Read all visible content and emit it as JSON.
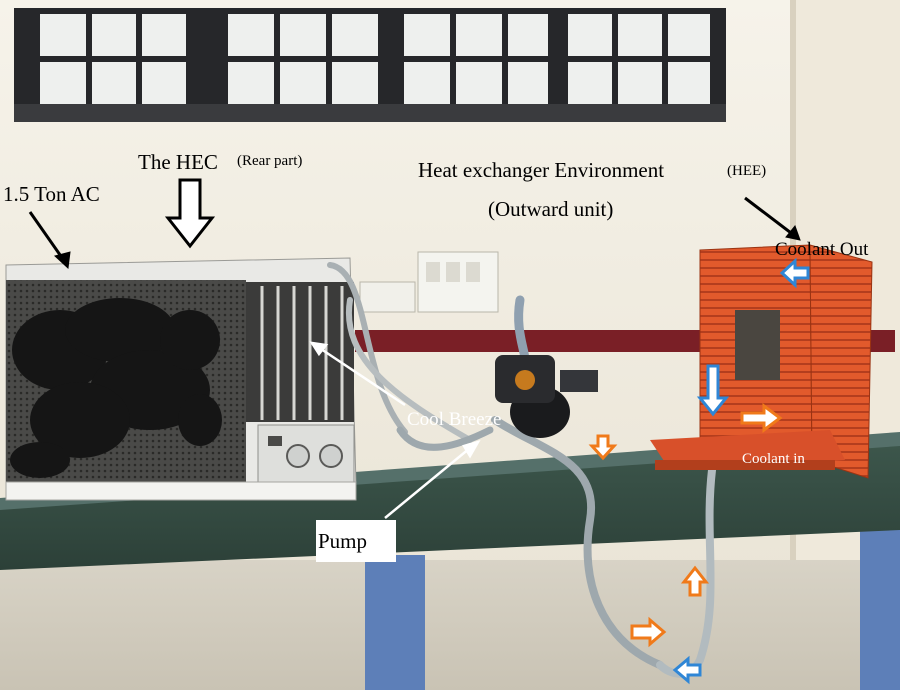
{
  "labels": {
    "ac": "1.5 Ton AC",
    "hec_main": "The HEC",
    "hec_sub": "(Rear part)",
    "hee_main": "Heat exchanger Environment",
    "hee_abbr": "(HEE)",
    "hee_sub": "(Outward unit)",
    "coolant_out": "Coolant Out",
    "coolant_in": "Coolant in",
    "cool_breeze": "Cool Breeze",
    "pump": "Pump"
  },
  "colors": {
    "flow_arrow_orange": "#f07a1a",
    "flow_arrow_blue": "#2f86d6",
    "radiator_red": "#e0562a",
    "table_green": "#3f5a4e"
  }
}
